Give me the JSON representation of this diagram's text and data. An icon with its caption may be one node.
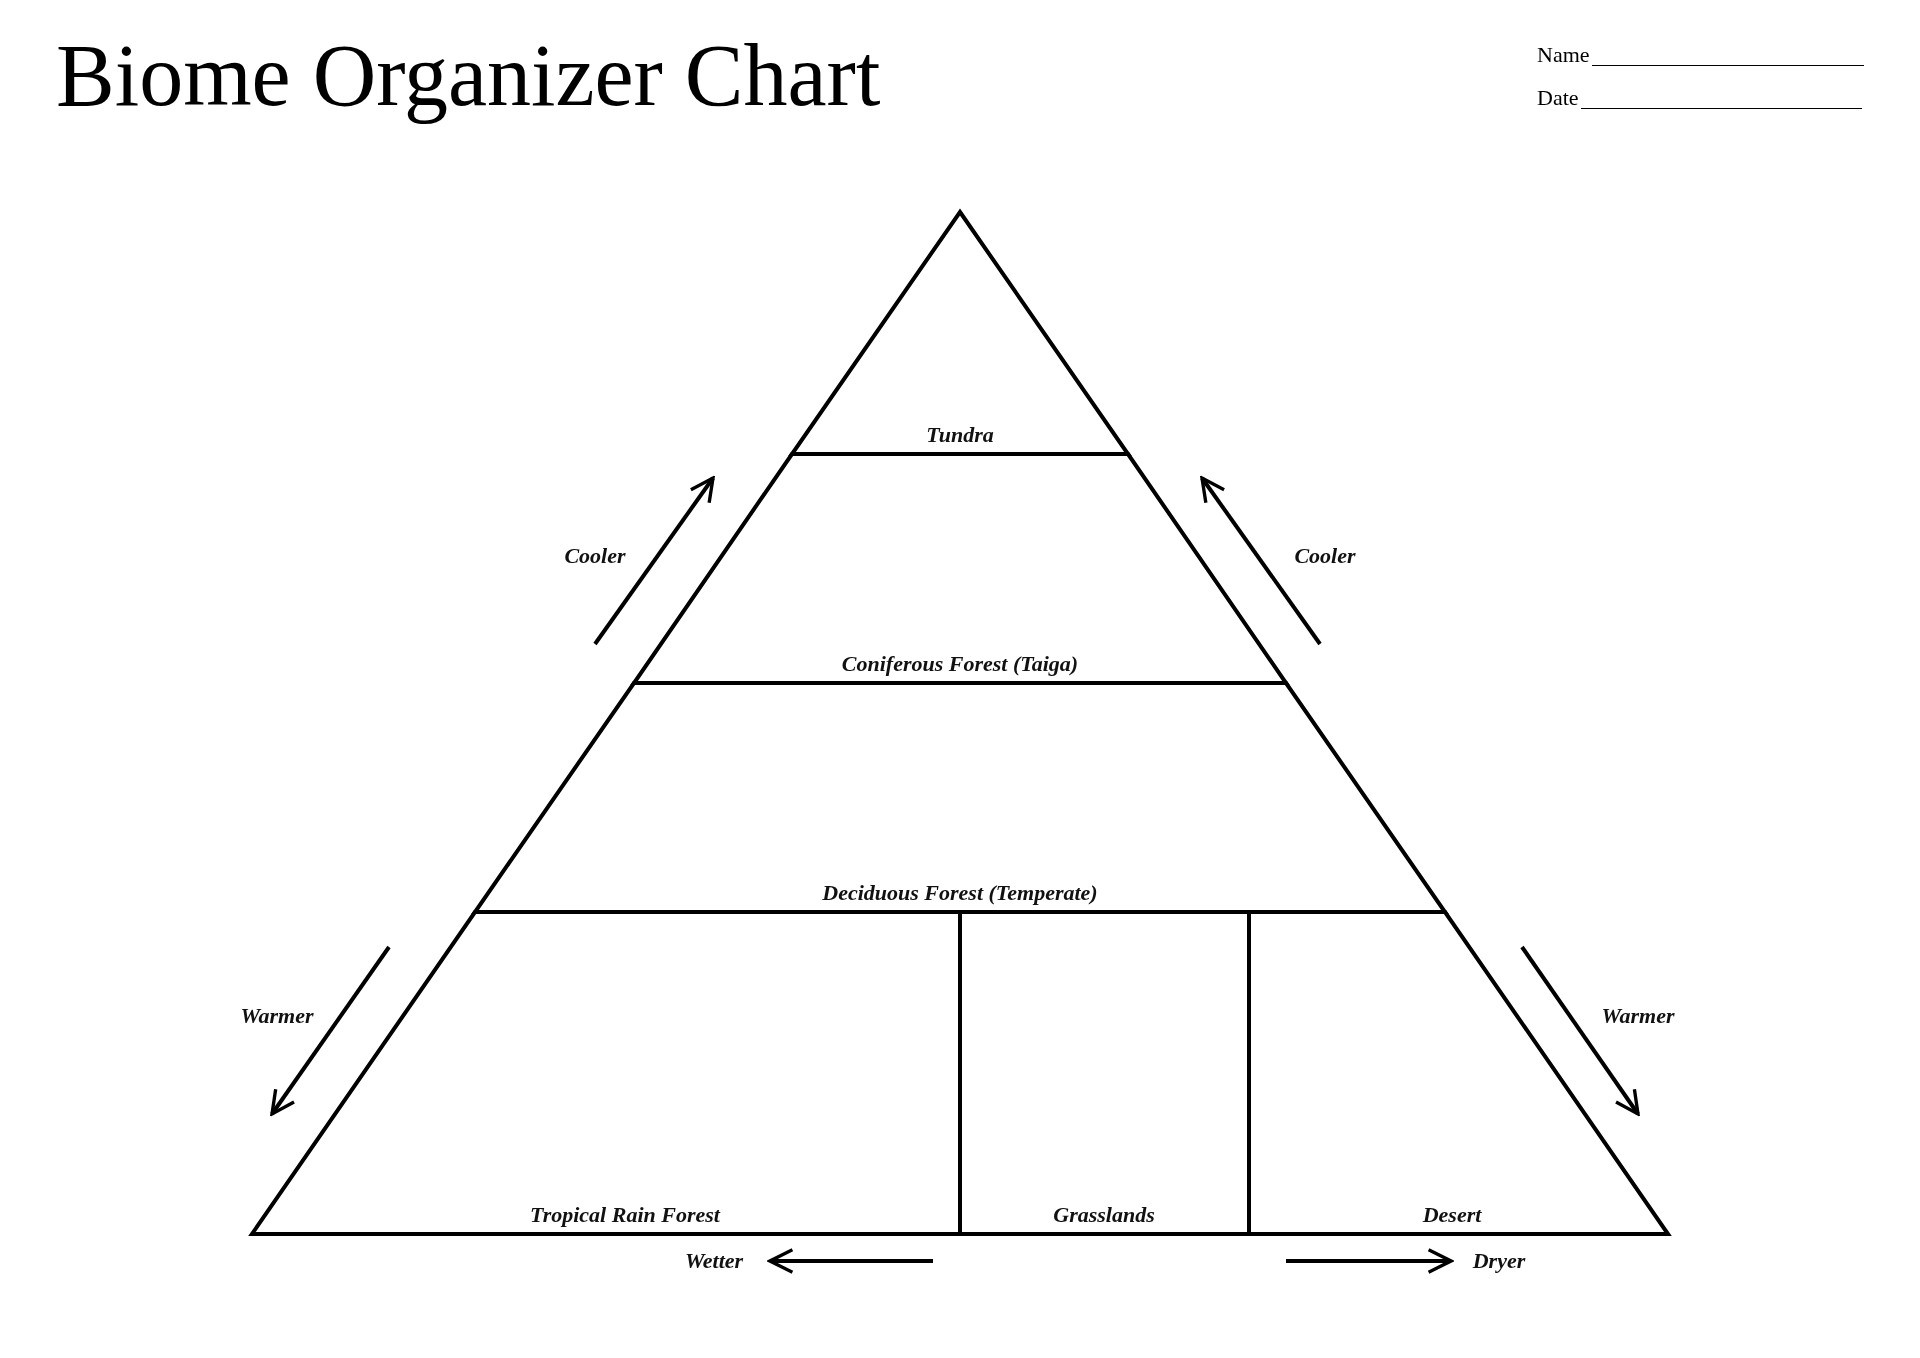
{
  "diagram": {
    "title": "Biome Organizer Chart",
    "nodes": [
      {
        "text": [
          "Tundra"
        ]
      },
      {
        "text": [
          "Coniferous Forest (Taiga)"
        ]
      },
      {
        "text": [
          "Deciduous Forest (Temperate)"
        ]
      },
      {
        "text": [
          "Tropical Rain Forest"
        ]
      },
      {
        "text": [
          "Grasslands"
        ]
      },
      {
        "text": [
          "Desert"
        ]
      }
    ],
    "labels": [
      "Name",
      "Date",
      "Cooler",
      "Cooler",
      "Warmer",
      "Warmer",
      "Wetter",
      "Dryer"
    ]
  }
}
